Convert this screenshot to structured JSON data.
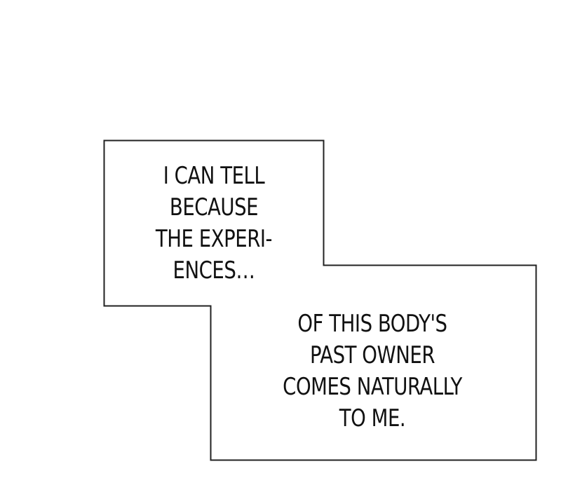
{
  "caption_1": {
    "lines": [
      "I CAN TELL",
      "BECAUSE",
      "THE EXPERI-",
      "ENCES…"
    ]
  },
  "caption_2": {
    "lines": [
      "OF THIS BODY'S",
      "PAST OWNER",
      "COMES NATURALLY",
      "TO ME."
    ]
  },
  "colors": {
    "background": "#ffffff",
    "border": "#222222",
    "text": "#111111"
  }
}
